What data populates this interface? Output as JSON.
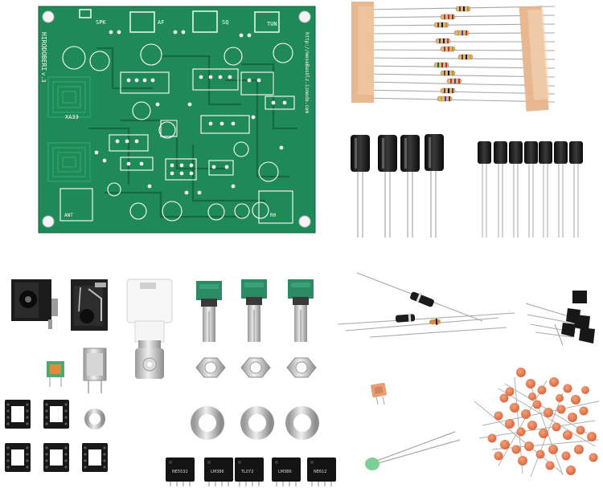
{
  "pcb": {
    "title": "HIRODOBERI",
    "rev": "v.3",
    "site": "http://mosoBasUlz.izmodo.com",
    "label_spk": "SPK",
    "label_af": "AF",
    "label_sq": "SQ",
    "label_tun": "TUN",
    "label_dd": "ХАЗЭ",
    "label_ant": "ANT",
    "label_r": "R0"
  },
  "chips": {
    "chip1_text": "NE5532",
    "chip2_text": "LM386",
    "chip3_text": "TL072",
    "chip4_text": "LM386",
    "chip5_text": "NE612"
  },
  "colors": {
    "pcb": "#1f8a57",
    "pcb_dark": "#176b44",
    "tape": "#e9b891",
    "capacitor": "#161616",
    "ceramic": "#e57a4e",
    "pot_green": "#2a8a63",
    "metal": "#c9c9c9"
  }
}
